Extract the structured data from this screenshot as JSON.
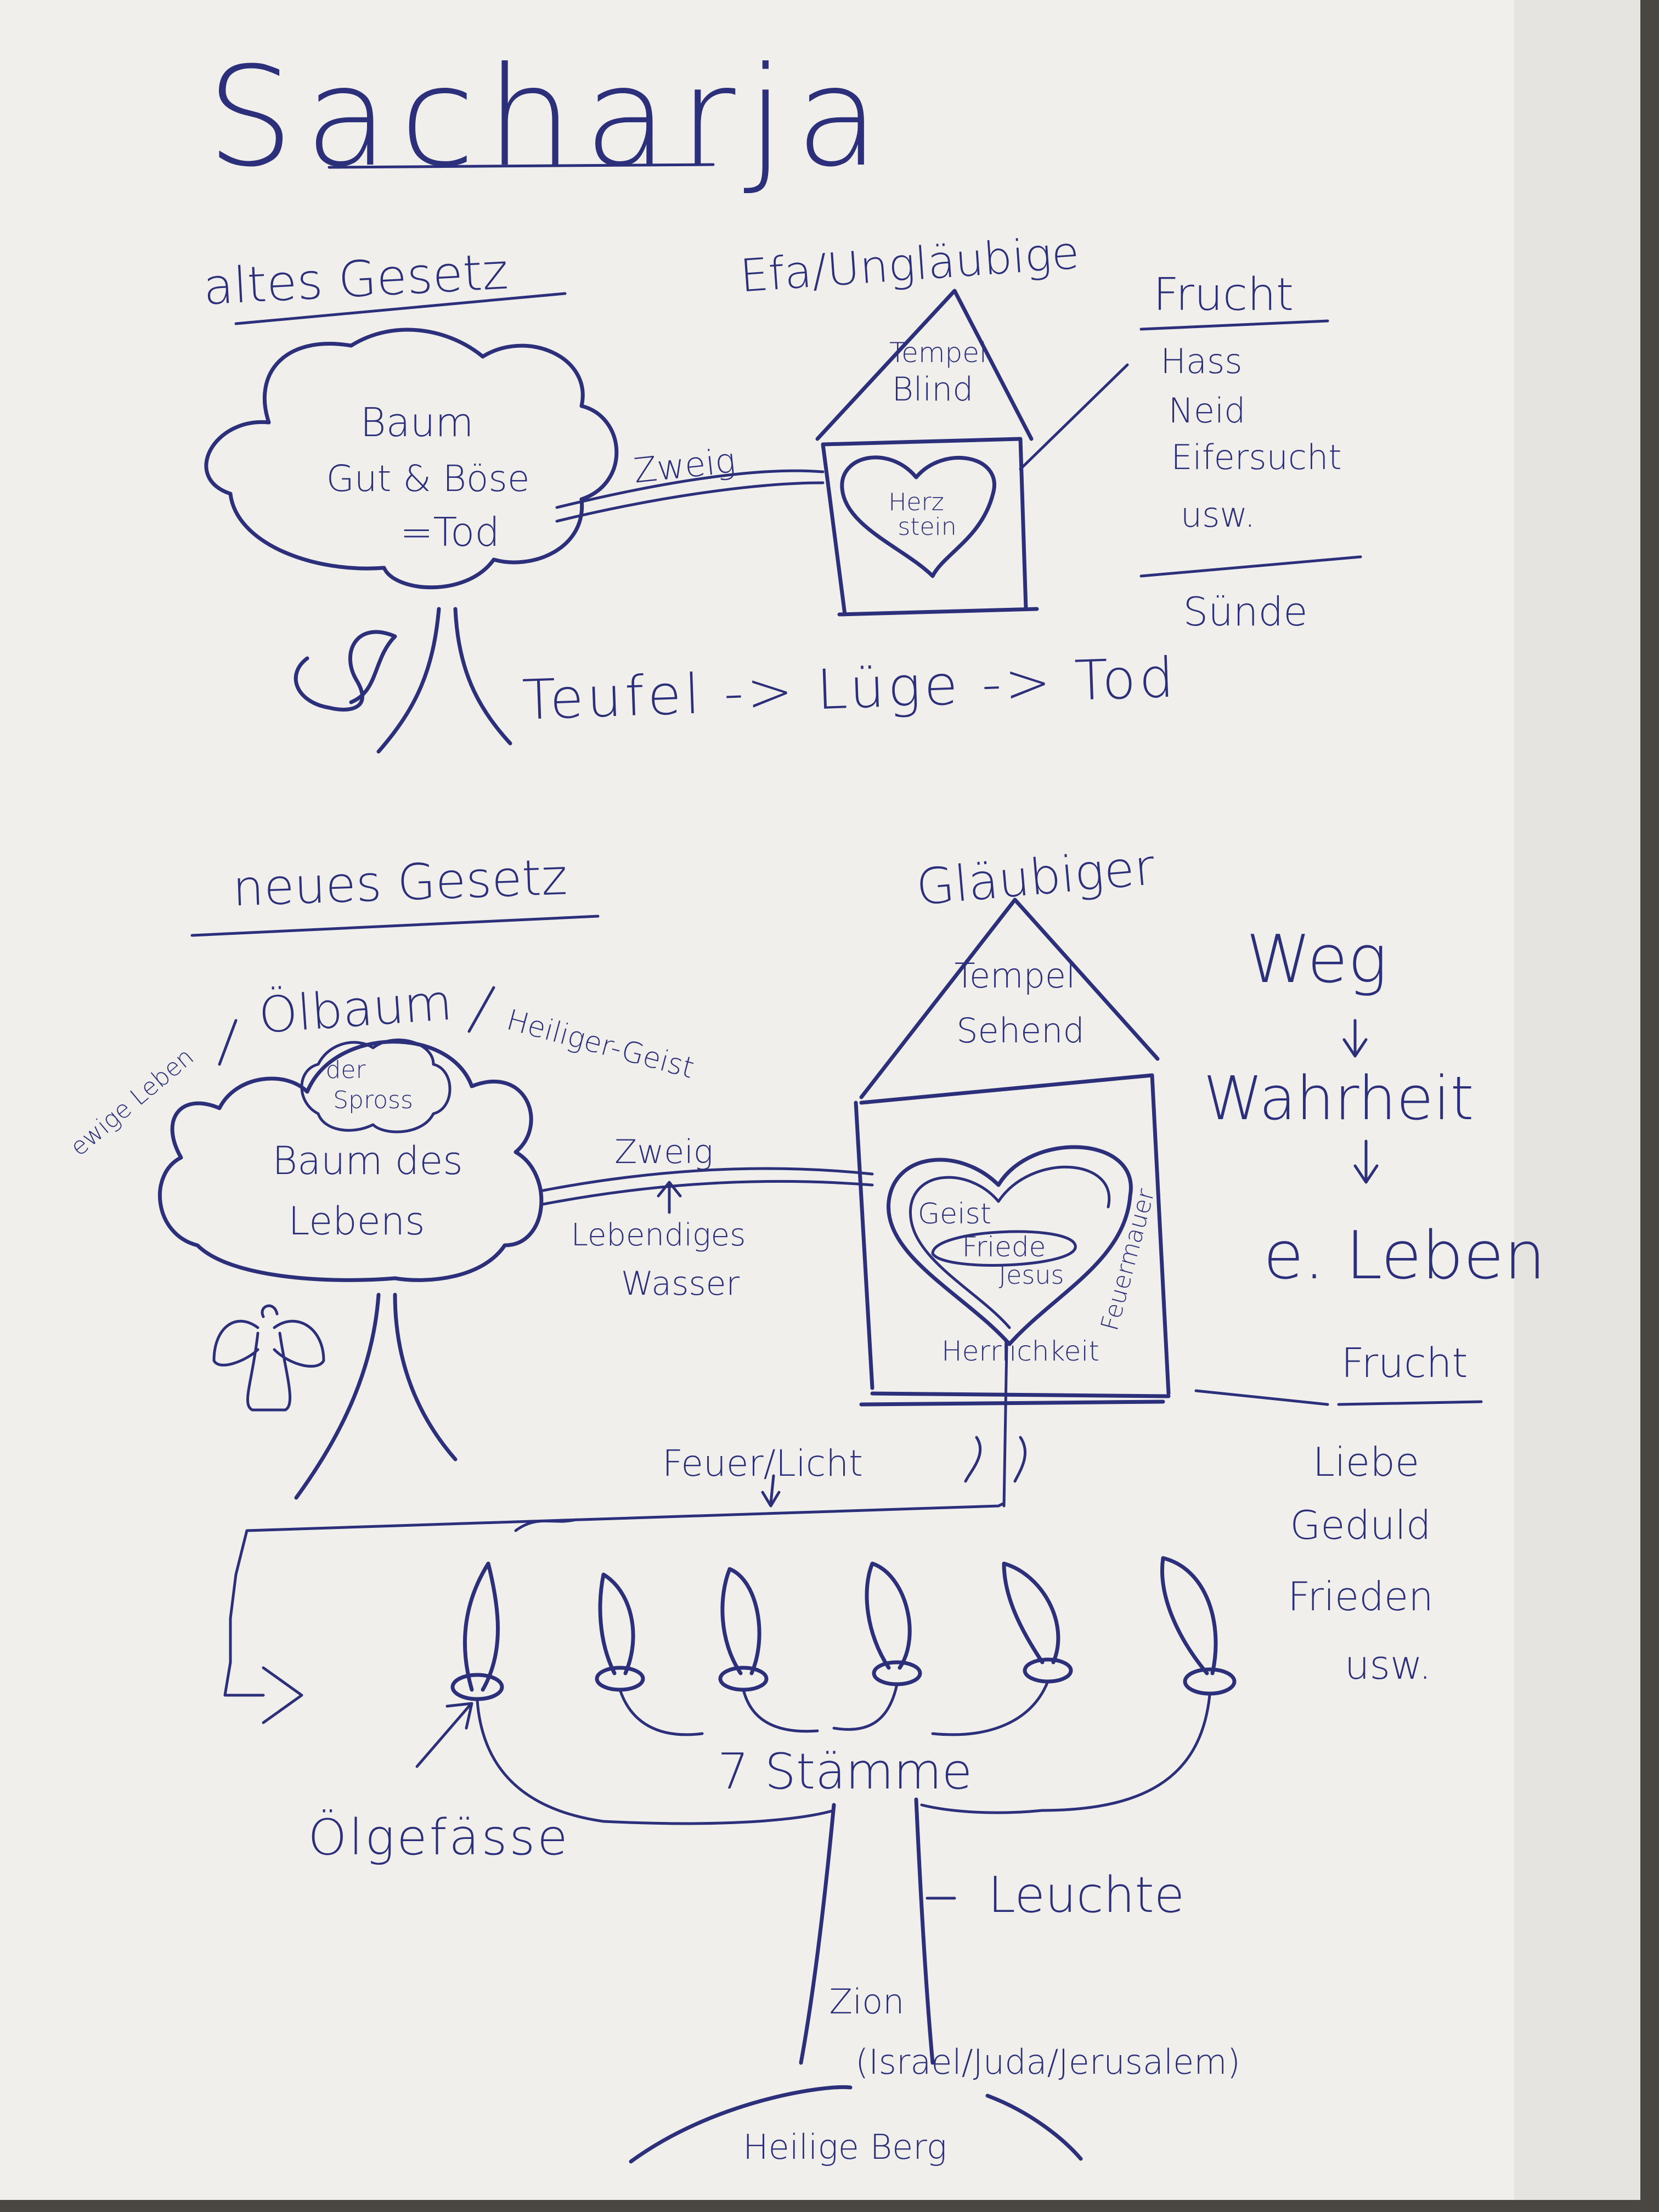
{
  "title": "Sacharja",
  "old_law": {
    "heading": "altes Gesetz",
    "top_label": "Efa/Ungläubige",
    "tree": {
      "line1": "Baum",
      "line2": "Gut & Böse",
      "line3": "=Tod"
    },
    "branch": "Zweig",
    "temple": {
      "line1": "Tempel",
      "line2": "Blind"
    },
    "heart": {
      "line1": "Herz",
      "line2": "stein"
    },
    "fruit": {
      "heading": "Frucht",
      "items": [
        "Hass",
        "Neid",
        "Eifersucht",
        "usw."
      ],
      "result": "Sünde"
    },
    "chain": "Teufel -> Lüge -> Tod"
  },
  "new_law": {
    "heading": "neues Gesetz",
    "believer": "Gläubiger",
    "tree_labels": {
      "eternal": "ewige Leben",
      "olive": "Ölbaum",
      "spirit": "Heiliger-Geist"
    },
    "sprout": {
      "line1": "der",
      "line2": "Spross"
    },
    "tree": {
      "line1": "Baum des",
      "line2": "Lebens"
    },
    "branch": "Zweig",
    "water": {
      "line1": "Lebendiges",
      "line2": "Wasser"
    },
    "temple": {
      "line1": "Tempel",
      "line2": "Sehend"
    },
    "heart": {
      "spirit": "Geist",
      "peace": "Friede",
      "jesus": "Jesus",
      "firewall": "Feuermauer",
      "glory": "Herrlichkeit"
    },
    "way": {
      "step1": "Weg",
      "step2": "Wahrheit",
      "step3": "e. Leben"
    },
    "fruit": {
      "heading": "Frucht",
      "items": [
        "Liebe",
        "Geduld",
        "Frieden",
        "usw."
      ]
    },
    "fire": "Feuer/Licht",
    "tribes": "7 Stämme",
    "oil": "Ölgefässe",
    "lamp": "Leuchte",
    "zion": "Zion",
    "zion_sub": "(Israel/Juda/Jerusalem)",
    "mountain": "Heilige Berg"
  }
}
